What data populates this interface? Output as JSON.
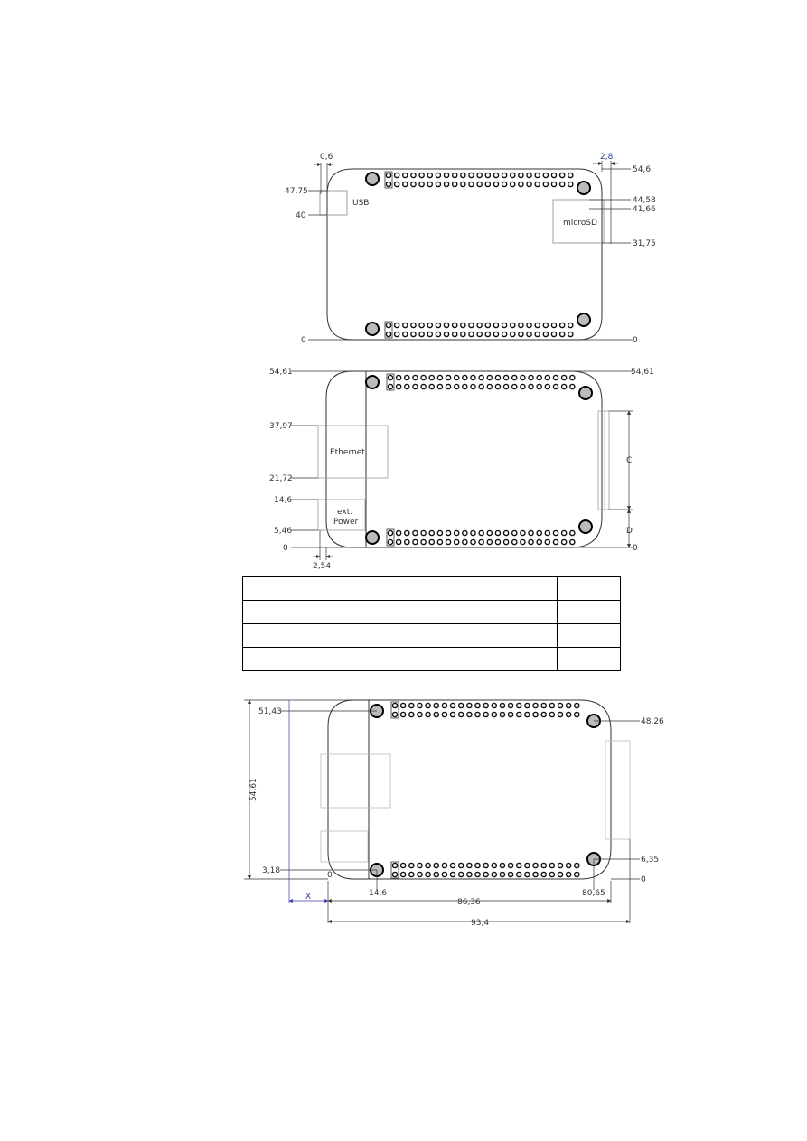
{
  "drawing1": {
    "labels": {
      "usb": "USB",
      "microsd": "microSD"
    },
    "dims": {
      "top_left": "0,6",
      "top_right": "2,8",
      "usb_top": "47,75",
      "usb_bottom": "40",
      "origin_left": "0",
      "right_top": "54,6",
      "sd_top": "44,58",
      "sd_mid": "41,66",
      "sd_bottom": "31,75",
      "origin_right": "0"
    }
  },
  "drawing2": {
    "labels": {
      "ethernet": "Ethernet",
      "power_line1": "ext.",
      "power_line2": "Power",
      "c": "C",
      "d": "D"
    },
    "dims": {
      "top_left": "54,61",
      "top_right": "54,61",
      "eth_top": "37,97",
      "eth_bottom": "21,72",
      "power_top": "14,6",
      "power_bottom": "5,46",
      "origin_left": "0",
      "origin_right": "0",
      "offset": "2,54"
    }
  },
  "table": {
    "rows": [
      [
        "",
        "",
        ""
      ],
      [
        "",
        "",
        ""
      ],
      [
        "",
        "",
        ""
      ],
      [
        "",
        "",
        ""
      ]
    ]
  },
  "drawing3": {
    "dims": {
      "height": "54,61",
      "hole_top_left": "51,43",
      "hole_bottom_left": "3,18",
      "origin_left": "0",
      "hole_top_right": "48,26",
      "hole_bottom_right": "6,35",
      "origin_right": "0",
      "x_hole_left": "14,6",
      "x_hole_right": "80,65",
      "width_inner": "86,36",
      "width_total": "93,4",
      "x_label": "X"
    }
  }
}
